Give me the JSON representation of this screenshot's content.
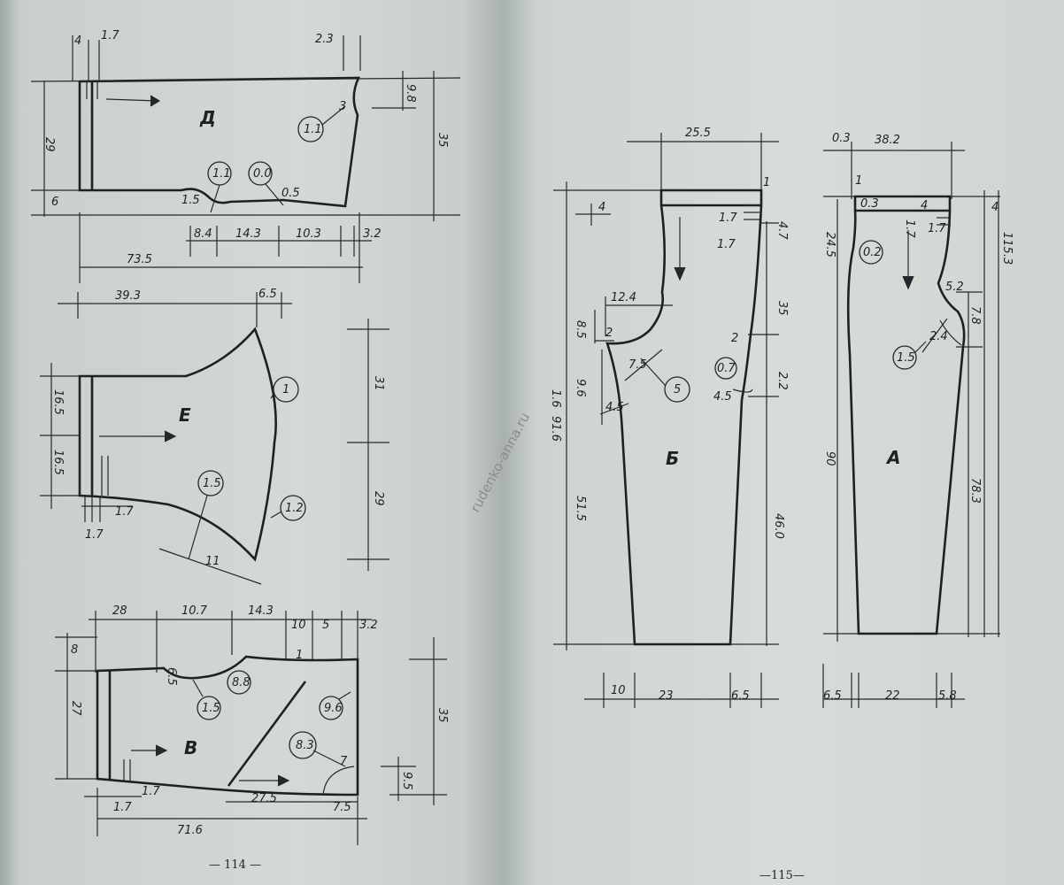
{
  "left_page": {
    "page_number": "— 114 —",
    "piece_d": {
      "letter": "Д",
      "dims": [
        "4",
        "1.7",
        "2.3",
        "29",
        "6",
        "35",
        "9.8",
        "8.4",
        "14.3",
        "10.3",
        "3.2",
        "73.5",
        "1.5"
      ],
      "circles": [
        "1.1",
        "1.1",
        "0.0"
      ],
      "small": [
        "3",
        "0.5"
      ]
    },
    "piece_e": {
      "letter": "Е",
      "dims": [
        "39.3",
        "6.5",
        "16.5",
        "16.5",
        "31",
        "29",
        "1.7",
        "1.7",
        "11"
      ],
      "circles": [
        "1",
        "1.2",
        "1.5"
      ]
    },
    "piece_v": {
      "letter": "В",
      "dims": [
        "28",
        "10.7",
        "14.3",
        "10",
        "5",
        "3.2",
        "8",
        "27",
        "35",
        "9.5",
        "1.7",
        "1.7",
        "27.5",
        "7.5",
        "71.6",
        "6.5",
        "1"
      ],
      "circles": [
        "8.8",
        "1.5",
        "9.6",
        "8.3"
      ],
      "small": [
        "7"
      ]
    }
  },
  "right_page": {
    "page_number": "—115—",
    "watermark": "rudenko-anna.ru",
    "piece_b": {
      "letter": "Б",
      "dims": [
        "25.5",
        "4",
        "1.7",
        "1.7",
        "1",
        "4.7",
        "12.4",
        "8.5",
        "2",
        "35",
        "1.6",
        "7.5",
        "9.6",
        "4.5",
        "4.5",
        "2",
        "2.2",
        "91.6",
        "51.5",
        "46.0",
        "10",
        "23",
        "6.5"
      ],
      "circles": [
        "5",
        "0.7"
      ]
    },
    "piece_a": {
      "letter": "А",
      "dims": [
        "0.3",
        "38.2",
        "1",
        "0.3",
        "4",
        "1.7",
        "1.7",
        "4",
        "24.5",
        "115.3",
        "5.2",
        "7.8",
        "2.4",
        "90",
        "78.3",
        "6.5",
        "22",
        "5.8"
      ],
      "circles": [
        "0.2",
        "1.5"
      ]
    }
  }
}
